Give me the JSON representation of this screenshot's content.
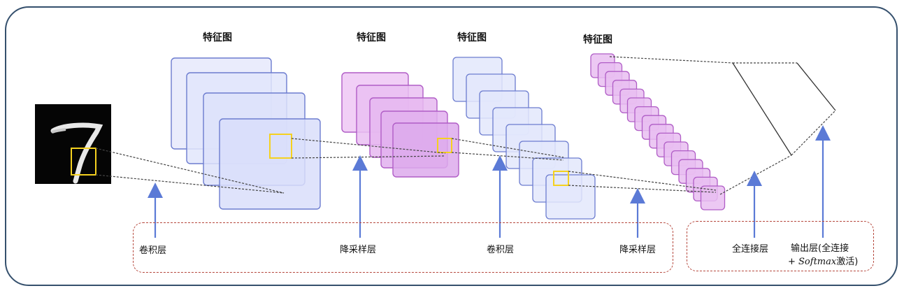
{
  "feature_map_titles": [
    "特征图",
    "特征图",
    "特征图",
    "特征图"
  ],
  "layer_labels": {
    "conv1": "卷积层",
    "pool1": "降采样层",
    "conv2": "卷积层",
    "pool2": "降采样层",
    "fc": "全连接层",
    "output_line1": "输出层(全连接",
    "output_line2_prefix": "+ ",
    "output_line2_italic": "Softmax",
    "output_line2_suffix": "激活)"
  },
  "colors": {
    "frame": "#35506d",
    "blue_map_fill": "#e4e8fb",
    "blue_map_stroke": "#6c7ccf",
    "purple_map_fill": "#ecc3f2",
    "purple_map_stroke": "#b05dc6",
    "highlight": "#f5d11f",
    "arrow": "#5b7ad6",
    "dashed_group": "#b5473c"
  }
}
